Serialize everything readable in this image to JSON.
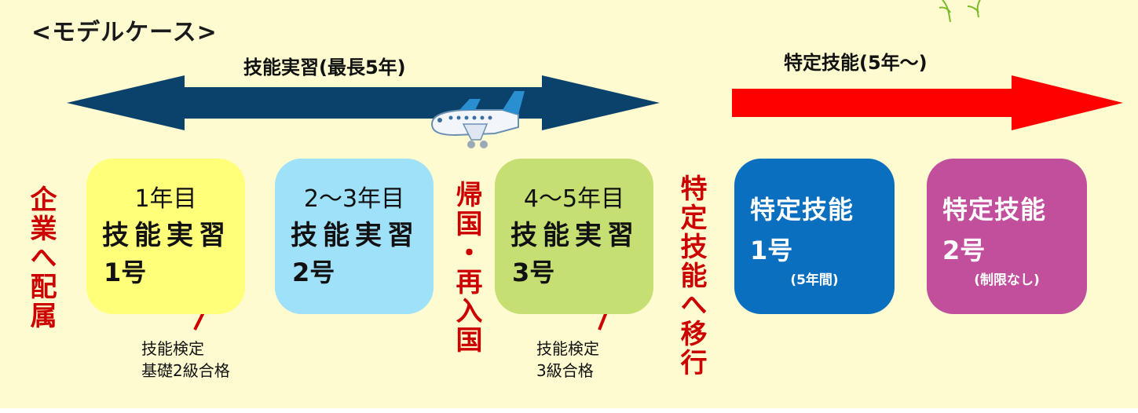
{
  "title": "<モデルケース>",
  "technical_intern": {
    "label": "技能実習(最長5年)"
  },
  "specified_skill": {
    "label": "特定技能(5年～)"
  },
  "vertical_labels": {
    "assign": "企業へ配属",
    "reentry": "帰国・再入国",
    "transition": "特定技能へ移行"
  },
  "stages": [
    {
      "year": "1年目",
      "program": "技能実習",
      "number": "1号",
      "color": "#ffff7a"
    },
    {
      "year": "2～3年目",
      "program": "技能実習",
      "number": "2号",
      "color": "#9fe1f8"
    },
    {
      "year": "4～5年目",
      "program": "技能実習",
      "number": "3号",
      "color": "#c5df72"
    },
    {
      "program": "特定技能",
      "number": "1号",
      "note": "(5年間)",
      "color": "#0b6fbf"
    },
    {
      "program": "特定技能",
      "number": "2号",
      "note": "(制限なし)",
      "color": "#c24f9c"
    }
  ],
  "exam_notes": [
    {
      "line1": "技能検定",
      "line2": "基礎2級合格"
    },
    {
      "line1": "技能検定",
      "line2": "3級合格"
    }
  ],
  "colors": {
    "background": "#fffbd1",
    "double_arrow": "#0b426b",
    "red_arrow": "#ff0000",
    "pointer_arrow": "#cc0000",
    "vertical_text": "#cc0000"
  },
  "icons": [
    "airplane-icon",
    "plant-decoration"
  ]
}
